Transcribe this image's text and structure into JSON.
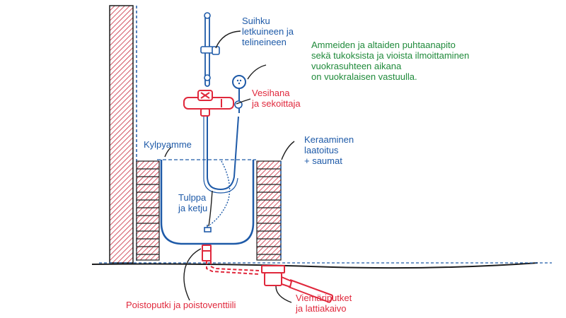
{
  "colors": {
    "blue": "#1e5aa8",
    "red": "#e0283c",
    "green": "#1f8a3a",
    "hatch": "#c8283a",
    "line": "#1d1d1d"
  },
  "note": "Ammeiden ja altaiden puhtaanapito\nsekä tukoksista ja vioista ilmoittaminen\nvuokrasuhteen aikana\non vuokralaisen vastuulla.",
  "labels": {
    "shower": "Suihku\nletkuineen ja\ntelineineen",
    "faucet": "Vesihana\nja sekoittaja",
    "bathtub": "Kylpyamme",
    "tiling": "Keraaminen\nlaatoitus\n+ saumat",
    "plug": "Tulppa\nja ketju",
    "drain_pipe": "Poistoputki ja poistoventtiili",
    "sewer": "Viemäriputket\nja lattiakaivo"
  }
}
